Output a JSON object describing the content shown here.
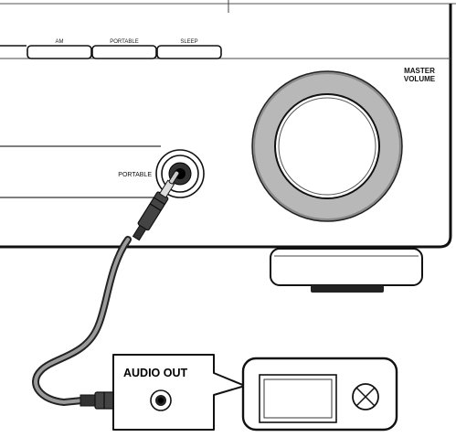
{
  "receiver": {
    "buttons": [
      "AM",
      "PORTABLE",
      "SLEEP"
    ],
    "jack_label": "PORTABLE",
    "volume_label_line1": "MASTER",
    "volume_label_line2": "VOLUME"
  },
  "player": {
    "output_label": "AUDIO OUT"
  }
}
